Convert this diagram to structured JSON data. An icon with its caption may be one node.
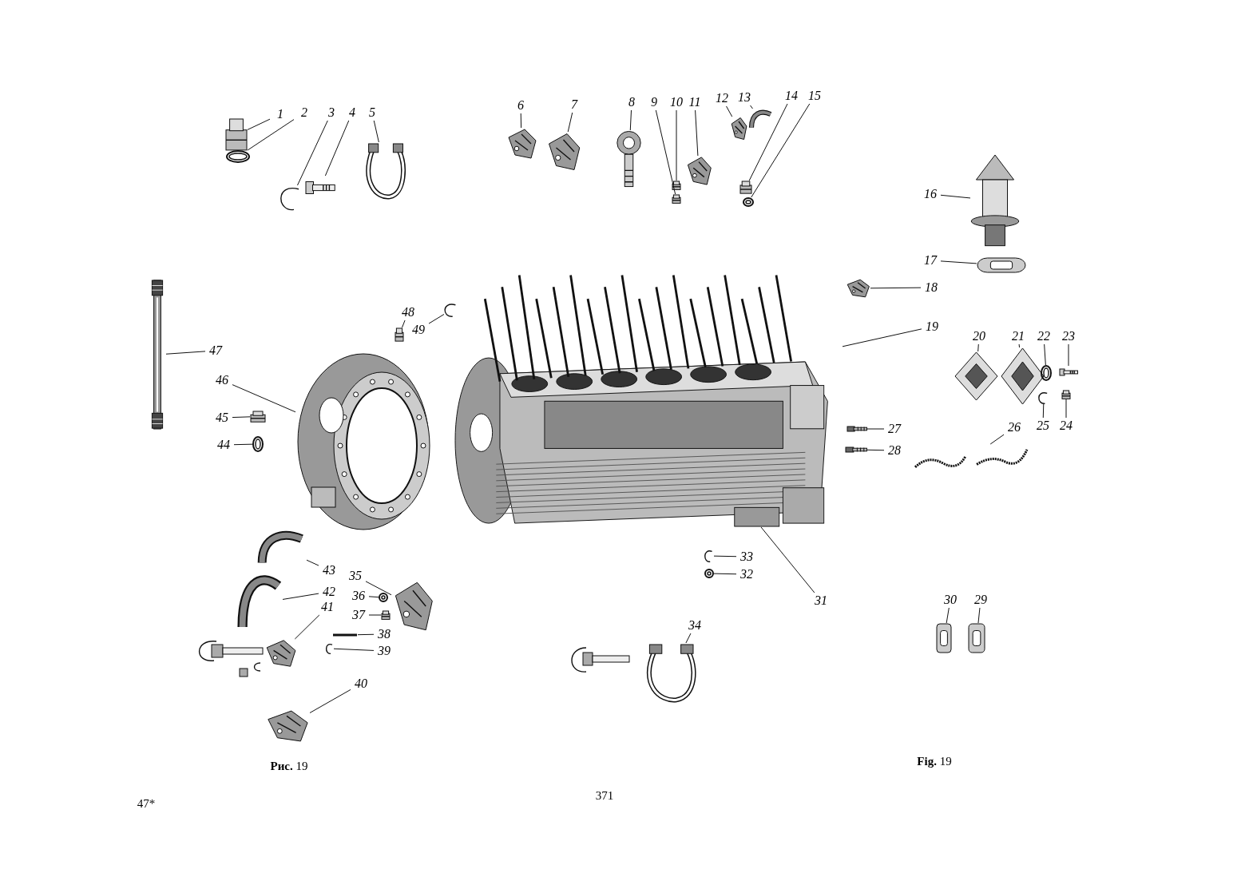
{
  "diagram": {
    "nodes": [
      {
        "text": [
          "1"
        ]
      },
      {
        "text": [
          "2"
        ]
      },
      {
        "text": [
          "3"
        ]
      },
      {
        "text": [
          "4"
        ]
      },
      {
        "text": [
          "5"
        ]
      },
      {
        "text": [
          "6"
        ]
      },
      {
        "text": [
          "7"
        ]
      },
      {
        "text": [
          "8"
        ]
      },
      {
        "text": [
          "9"
        ]
      },
      {
        "text": [
          "10"
        ]
      },
      {
        "text": [
          "11"
        ]
      },
      {
        "text": [
          "12"
        ]
      },
      {
        "text": [
          "13"
        ]
      },
      {
        "text": [
          "14"
        ]
      },
      {
        "text": [
          "15"
        ]
      },
      {
        "text": [
          "16"
        ]
      },
      {
        "text": [
          "17"
        ]
      },
      {
        "text": [
          "18"
        ]
      },
      {
        "text": [
          "19"
        ]
      },
      {
        "text": [
          "20"
        ]
      },
      {
        "text": [
          "21"
        ]
      },
      {
        "text": [
          "22"
        ]
      },
      {
        "text": [
          "23"
        ]
      },
      {
        "text": [
          "24"
        ]
      },
      {
        "text": [
          "25"
        ]
      },
      {
        "text": [
          "26"
        ]
      },
      {
        "text": [
          "27"
        ]
      },
      {
        "text": [
          "28"
        ]
      },
      {
        "text": [
          "29"
        ]
      },
      {
        "text": [
          "30"
        ]
      },
      {
        "text": [
          "31"
        ]
      },
      {
        "text": [
          "32"
        ]
      },
      {
        "text": [
          "33"
        ]
      },
      {
        "text": [
          "34"
        ]
      },
      {
        "text": [
          "35"
        ]
      },
      {
        "text": [
          "36"
        ]
      },
      {
        "text": [
          "37"
        ]
      },
      {
        "text": [
          "38"
        ]
      },
      {
        "text": [
          "39"
        ]
      },
      {
        "text": [
          "40"
        ]
      },
      {
        "text": [
          "41"
        ]
      },
      {
        "text": [
          "42"
        ]
      },
      {
        "text": [
          "43"
        ]
      },
      {
        "text": [
          "44"
        ]
      },
      {
        "text": [
          "45"
        ]
      },
      {
        "text": [
          "46"
        ]
      },
      {
        "text": [
          "47"
        ]
      },
      {
        "text": [
          "48"
        ]
      },
      {
        "text": [
          "49"
        ]
      },
      {
        "text": [],
        "shape": "picture"
      },
      {
        "text": [],
        "shape": "picture"
      },
      {
        "text": [],
        "shape": "picture"
      },
      {
        "text": [],
        "shape": "picture"
      },
      {
        "text": [],
        "shape": "picture"
      },
      {
        "text": [],
        "shape": "picture"
      },
      {
        "text": [],
        "shape": "picture"
      },
      {
        "text": [],
        "shape": "picture"
      },
      {
        "text": [],
        "shape": "picture"
      },
      {
        "text": [],
        "shape": "picture"
      },
      {
        "text": [],
        "shape": "picture"
      },
      {
        "text": [],
        "shape": "picture"
      },
      {
        "text": [],
        "shape": "picture"
      },
      {
        "text": [],
        "shape": "picture"
      },
      {
        "text": [],
        "shape": "picture"
      },
      {
        "text": [],
        "shape": "picture"
      },
      {
        "text": [],
        "shape": "picture"
      },
      {
        "text": [],
        "shape": "picture"
      },
      {
        "text": [],
        "shape": "picture"
      },
      {
        "text": [],
        "shape": "picture"
      },
      {
        "text": [],
        "shape": "picture"
      },
      {
        "text": [],
        "shape": "picture"
      },
      {
        "text": [],
        "shape": "picture"
      },
      {
        "text": [],
        "shape": "picture"
      },
      {
        "text": [],
        "shape": "picture"
      },
      {
        "text": [],
        "shape": "picture"
      },
      {
        "text": [],
        "shape": "picture"
      },
      {
        "text": [],
        "shape": "picture"
      },
      {
        "text": [],
        "shape": "picture"
      },
      {
        "text": [],
        "shape": "picture"
      },
      {
        "text": [],
        "shape": "picture"
      },
      {
        "text": [],
        "shape": "picture"
      },
      {
        "text": [],
        "shape": "picture"
      },
      {
        "text": [],
        "shape": "picture"
      },
      {
        "text": [],
        "shape": "picture"
      },
      {
        "text": [],
        "shape": "picture"
      },
      {
        "text": [],
        "shape": "picture"
      },
      {
        "text": [],
        "shape": "picture"
      },
      {
        "text": [],
        "shape": "picture"
      },
      {
        "text": [],
        "shape": "picture"
      },
      {
        "text": [],
        "shape": "picture"
      },
      {
        "text": [],
        "shape": "picture"
      },
      {
        "text": [],
        "shape": "picture"
      },
      {
        "text": [],
        "shape": "picture"
      },
      {
        "text": [],
        "shape": "picture"
      },
      {
        "text": [],
        "shape": "picture"
      },
      {
        "text": [],
        "shape": "picture"
      },
      {
        "text": [],
        "shape": "picture"
      }
    ],
    "edges": [
      {
        "from": 0,
        "to": 49,
        "arrow": "none"
      },
      {
        "from": 1,
        "to": 50,
        "arrow": "none"
      },
      {
        "from": 2,
        "to": 51,
        "arrow": "none"
      },
      {
        "from": 3,
        "to": 52,
        "arrow": "none"
      },
      {
        "from": 4,
        "to": 53,
        "arrow": "none"
      },
      {
        "from": 5,
        "to": 54,
        "arrow": "none"
      },
      {
        "from": 6,
        "to": 55,
        "arrow": "none"
      },
      {
        "from": 7,
        "to": 56,
        "arrow": "none"
      },
      {
        "from": 8,
        "to": 57,
        "arrow": "none"
      },
      {
        "from": 9,
        "to": 58,
        "arrow": "none"
      },
      {
        "from": 10,
        "to": 59,
        "arrow": "none"
      },
      {
        "from": 11,
        "to": 60,
        "arrow": "none"
      },
      {
        "from": 12,
        "to": 61,
        "arrow": "none"
      },
      {
        "from": 13,
        "to": 62,
        "arrow": "none"
      },
      {
        "from": 14,
        "to": 63,
        "arrow": "none"
      },
      {
        "from": 15,
        "to": 64,
        "arrow": "none"
      },
      {
        "from": 16,
        "to": 65,
        "arrow": "none"
      },
      {
        "from": 17,
        "to": 66,
        "arrow": "none"
      },
      {
        "from": 18,
        "to": 78,
        "arrow": "none"
      },
      {
        "from": 19,
        "to": 67,
        "arrow": "none"
      },
      {
        "from": 20,
        "to": 68,
        "arrow": "none"
      },
      {
        "from": 21,
        "to": 69,
        "arrow": "none"
      },
      {
        "from": 22,
        "to": 70,
        "arrow": "none"
      },
      {
        "from": 23,
        "to": 71,
        "arrow": "none"
      },
      {
        "from": 24,
        "to": 72,
        "arrow": "none"
      },
      {
        "from": 25,
        "to": 73,
        "arrow": "none"
      },
      {
        "from": 26,
        "to": 74,
        "arrow": "none"
      },
      {
        "from": 27,
        "to": 75,
        "arrow": "none"
      },
      {
        "from": 28,
        "to": 76,
        "arrow": "none"
      },
      {
        "from": 29,
        "to": 77,
        "arrow": "none"
      },
      {
        "from": 30,
        "to": 78,
        "arrow": "none"
      },
      {
        "from": 31,
        "to": 79,
        "arrow": "none"
      },
      {
        "from": 32,
        "to": 80,
        "arrow": "none"
      },
      {
        "from": 33,
        "to": 81,
        "arrow": "none"
      },
      {
        "from": 34,
        "to": 82,
        "arrow": "none"
      },
      {
        "from": 35,
        "to": 83,
        "arrow": "none"
      },
      {
        "from": 36,
        "to": 84,
        "arrow": "none"
      },
      {
        "from": 37,
        "to": 85,
        "arrow": "none"
      },
      {
        "from": 38,
        "to": 86,
        "arrow": "none"
      },
      {
        "from": 39,
        "to": 87,
        "arrow": "none"
      },
      {
        "from": 40,
        "to": 88,
        "arrow": "none"
      },
      {
        "from": 41,
        "to": 89,
        "arrow": "none"
      },
      {
        "from": 42,
        "to": 90,
        "arrow": "none"
      },
      {
        "from": 43,
        "to": 91,
        "arrow": "none"
      },
      {
        "from": 44,
        "to": 92,
        "arrow": "none"
      },
      {
        "from": 45,
        "to": 93,
        "arrow": "none"
      },
      {
        "from": 46,
        "to": 94,
        "arrow": "none"
      },
      {
        "from": 47,
        "to": 95,
        "arrow": "none"
      },
      {
        "from": 48,
        "to": 96,
        "arrow": "none"
      }
    ],
    "labels": [
      "**Рис.** 19",
      "**Fig.** 19",
      "47*",
      "371"
    ]
  }
}
